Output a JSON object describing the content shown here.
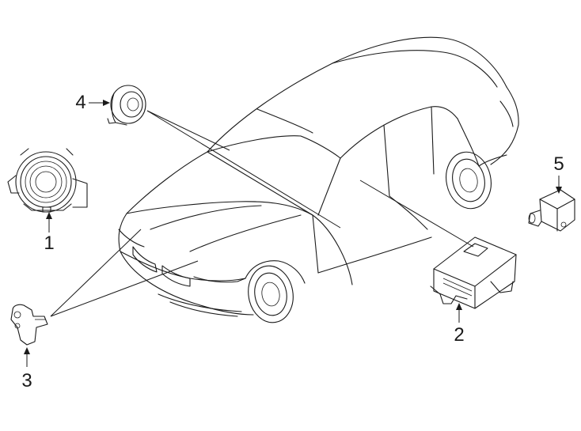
{
  "diagram": {
    "callouts": [
      {
        "id": "1",
        "label": "1",
        "part_icon": "clock-spring-icon"
      },
      {
        "id": "2",
        "label": "2",
        "part_icon": "airbag-control-module-icon"
      },
      {
        "id": "3",
        "label": "3",
        "part_icon": "impact-sensor-icon"
      },
      {
        "id": "4",
        "label": "4",
        "part_icon": "seat-belt-sensor-icon"
      },
      {
        "id": "5",
        "label": "5",
        "part_icon": "side-impact-sensor-icon"
      }
    ],
    "vehicle_icon": "sedan-outline-icon",
    "line_color": "#1a1a1a"
  }
}
